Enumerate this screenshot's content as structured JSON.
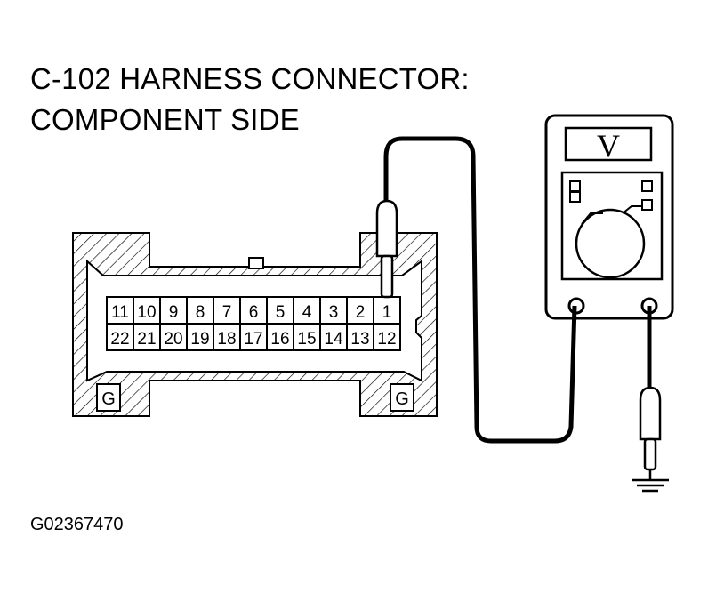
{
  "title": {
    "line1": "C-102 HARNESS CONNECTOR:",
    "line2": "COMPONENT SIDE"
  },
  "figure_id": "G02367470",
  "connector": {
    "top_row": [
      "11",
      "10",
      "9",
      "8",
      "7",
      "6",
      "5",
      "4",
      "3",
      "2",
      "1"
    ],
    "bottom_row": [
      "22",
      "21",
      "20",
      "19",
      "18",
      "17",
      "16",
      "15",
      "14",
      "13",
      "12"
    ],
    "ground_labels": [
      "G",
      "G"
    ]
  },
  "meter": {
    "display": "V"
  }
}
